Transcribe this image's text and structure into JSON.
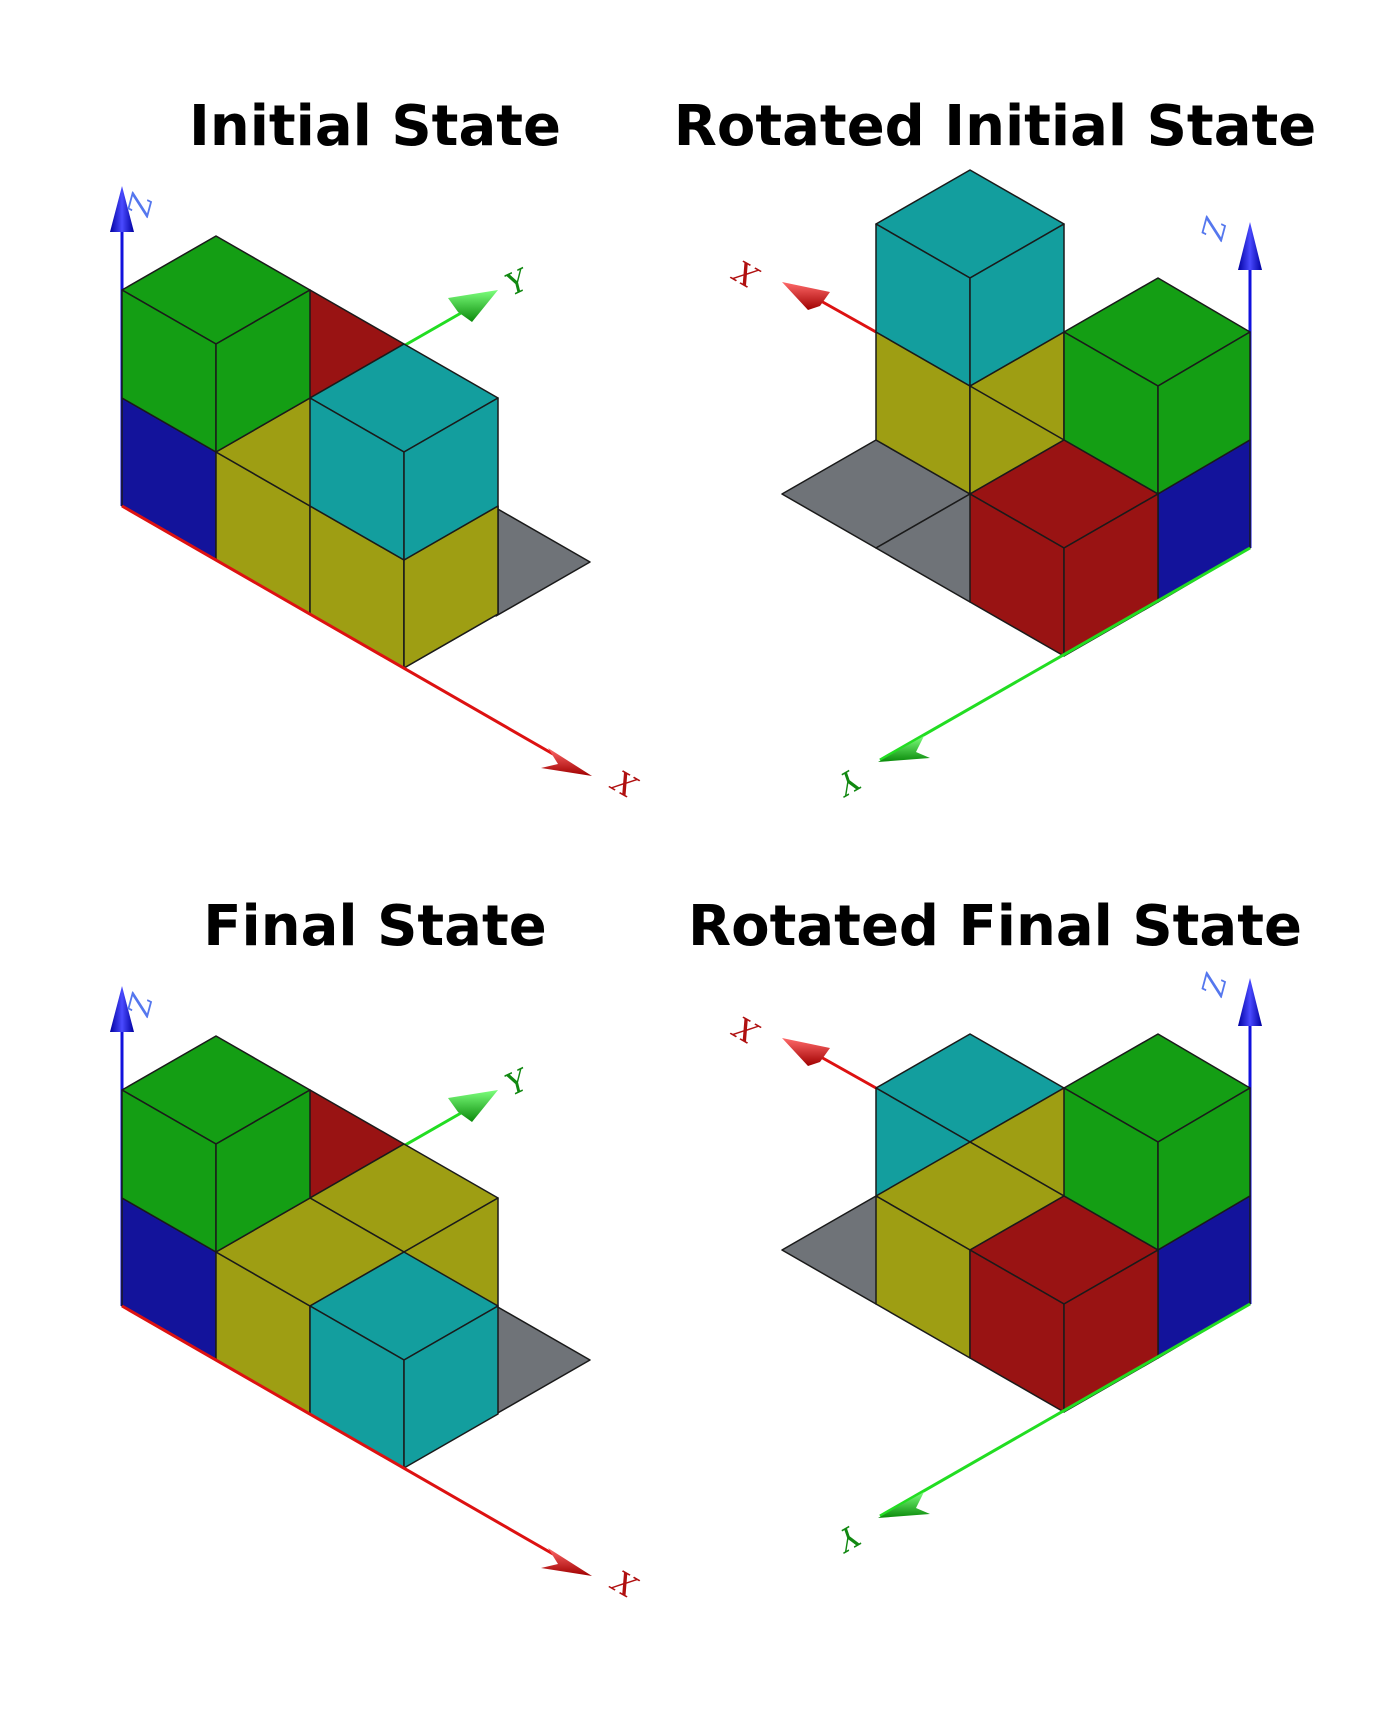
{
  "colors": {
    "green": "#149e14",
    "blue": "#13139b",
    "red": "#991313",
    "cyan": "#139e9e",
    "olive": "#9e9e13",
    "gray": "#6f7378",
    "x_axis": "#dd1111",
    "y_axis": "#22dd22",
    "z_axis": "#1111dd",
    "z_label": "#5577ee"
  },
  "panels": [
    {
      "title": "Initial State",
      "axis_labels": {
        "x": "X",
        "y": "Y",
        "z": "Z"
      }
    },
    {
      "title": "Rotated Initial State",
      "axis_labels": {
        "x": "X",
        "y": "Y",
        "z": "Z"
      }
    },
    {
      "title": "Final State",
      "axis_labels": {
        "x": "X",
        "y": "Y",
        "z": "Z"
      }
    },
    {
      "title": "Rotated Final State",
      "axis_labels": {
        "x": "X",
        "y": "Y",
        "z": "Z"
      }
    }
  ]
}
